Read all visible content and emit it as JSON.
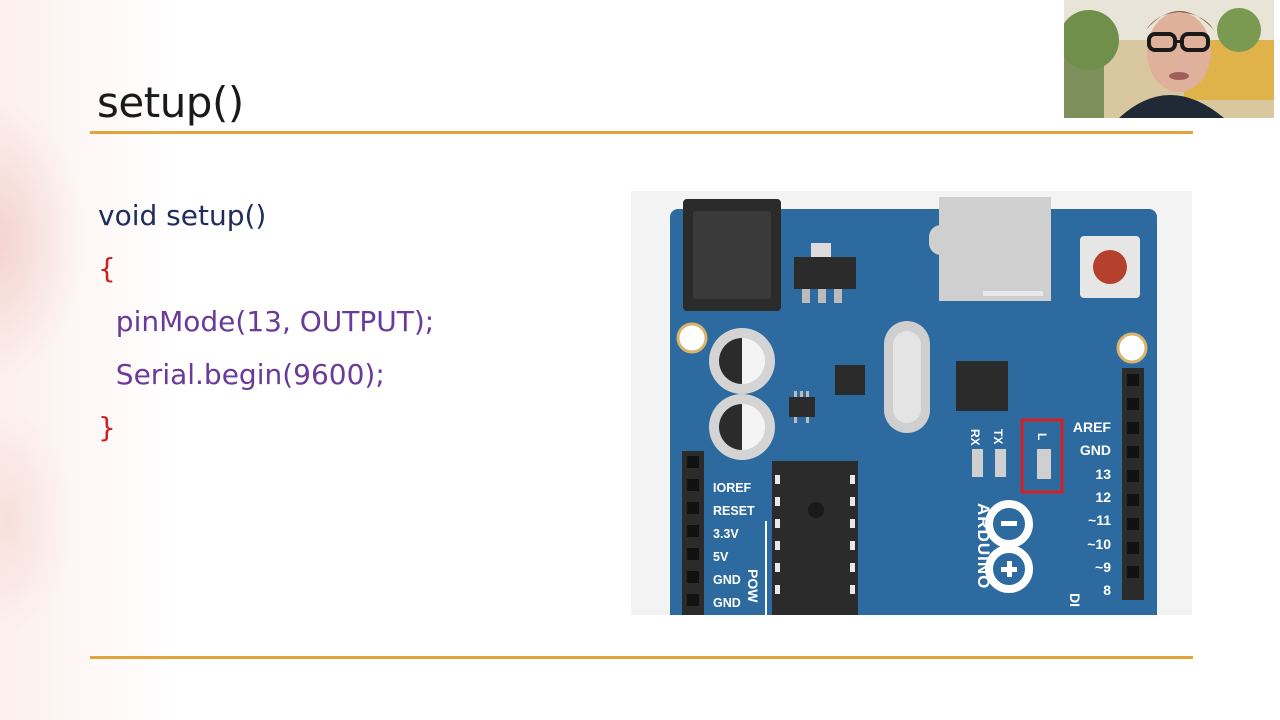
{
  "slide": {
    "title": "setup()",
    "code_lines": [
      {
        "text": "void setup()",
        "kind": "signature"
      },
      {
        "text": "{",
        "kind": "brace"
      },
      {
        "text": "  pinMode(13, OUTPUT);",
        "kind": "statement"
      },
      {
        "text": "  Serial.begin(9600);",
        "kind": "statement"
      },
      {
        "text": "}",
        "kind": "brace"
      }
    ],
    "accent_color": "#e2a43a"
  },
  "board": {
    "logo_text": "ARDUINO",
    "led_labels": {
      "rx": "RX",
      "tx": "TX",
      "l": "L"
    },
    "power_pins": [
      "IOREF",
      "RESET",
      "3.3V",
      "5V",
      "GND",
      "GND"
    ],
    "power_header_label": "POW",
    "digital_pins": [
      "AREF",
      "GND",
      "13",
      "12",
      "~11",
      "~10",
      "~9",
      "8"
    ],
    "digital_header_label": "DI",
    "board_color": "#2d6a9f",
    "highlight_color": "#d42020"
  },
  "webcam": {
    "icon": "presenter-video"
  }
}
